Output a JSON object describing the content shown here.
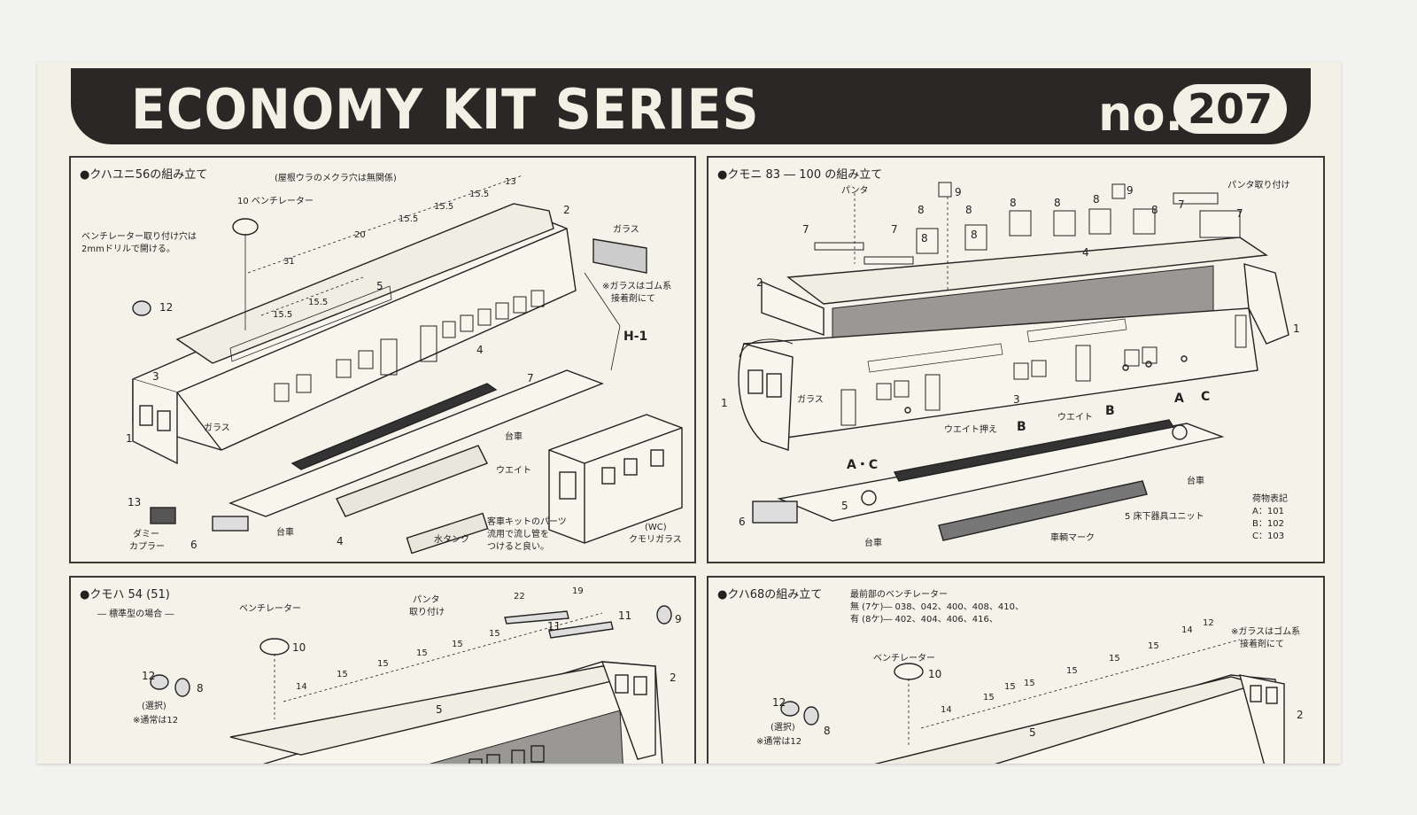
{
  "banner": {
    "title": "ECONOMY KIT SERIES",
    "no_prefix": "no.",
    "number": "207"
  },
  "panel_a": {
    "title": "●クハユニ56の組み立て",
    "note_roof": "(屋根ウラのメクラ穴は無関係)",
    "ventilator_label": "10 ベンチレーター",
    "vent_hole_note_1": "ベンチレーター取り付け穴は",
    "vent_hole_note_2": "2mmドリルで開ける。",
    "glass": "ガラス",
    "glass_note_1": "※ガラスはゴム系",
    "glass_note_2": "接着剤にて",
    "dims": [
      "13",
      "15.5",
      "15.5",
      "15.5",
      "20",
      "31",
      "15.5",
      "15.5"
    ],
    "parts": [
      "1",
      "2",
      "3",
      "4",
      "4",
      "5",
      "6",
      "7",
      "12",
      "13",
      "H-1"
    ],
    "glass_side": "ガラス",
    "daisha": "台車",
    "weight": "ウエイト",
    "dummy_coupler_1": "ダミー",
    "dummy_coupler_2": "カプラー",
    "water_tank": "水タンク",
    "reuse_note_1": "客車キットのパーツ",
    "reuse_note_2": "流用で流し管を",
    "reuse_note_3": "つけると良い。",
    "wc": "(WC)",
    "frosted": "クモリガラス"
  },
  "panel_b": {
    "title": "●クモニ 83 ― 100 の組み立て",
    "panta": "パンタ",
    "panta_mount": "パンタ取り付け",
    "parts": [
      "7",
      "9",
      "8",
      "8",
      "8",
      "8",
      "8",
      "9",
      "8",
      "7",
      "7",
      "8",
      "8",
      "7",
      "4",
      "2",
      "1",
      "1",
      "3",
      "5",
      "6"
    ],
    "glass": "ガラス",
    "weight_press": "ウエイト押え",
    "weight": "ウエイト",
    "letters": [
      "A・C",
      "B",
      "B",
      "A",
      "C"
    ],
    "daisha": "台車",
    "daisha2": "台車",
    "underfloor": "5 床下器具ユニット",
    "car_mark": "車輌マーク",
    "cargo_title": "荷物表記",
    "cargo_a": "A：101",
    "cargo_b": "B：102",
    "cargo_c": "C：103"
  },
  "panel_c": {
    "title": "●クモハ 54 (51)",
    "subtitle": "― 標準型の場合 ―",
    "ventilator": "ベンチレーター",
    "panta_1": "パンタ",
    "panta_2": "取り付け",
    "dims": [
      "22",
      "19",
      "14",
      "15",
      "15",
      "15",
      "15",
      "15"
    ],
    "parts": [
      "10",
      "11",
      "11",
      "9",
      "12",
      "8",
      "2",
      "5"
    ],
    "select": "(選択)",
    "usual": "※通常は12"
  },
  "panel_d": {
    "title": "●クハ68の組み立て",
    "front_vent": "最前部のベンチレーター",
    "none_line": "無 (7ケ)― 038、042、400、408、410、",
    "yes_line": "有 (8ケ)― 402、404、406、416、",
    "glass_note_1": "※ガラスはゴム系",
    "glass_note_2": "接着剤にて",
    "ventilator": "ベンチレーター",
    "dims": [
      "12",
      "14",
      "15",
      "15",
      "15",
      "15",
      "15",
      "14",
      "15"
    ],
    "parts": [
      "10",
      "12",
      "8",
      "2",
      "5"
    ],
    "select": "(選択)",
    "usual": "※通常は12"
  }
}
